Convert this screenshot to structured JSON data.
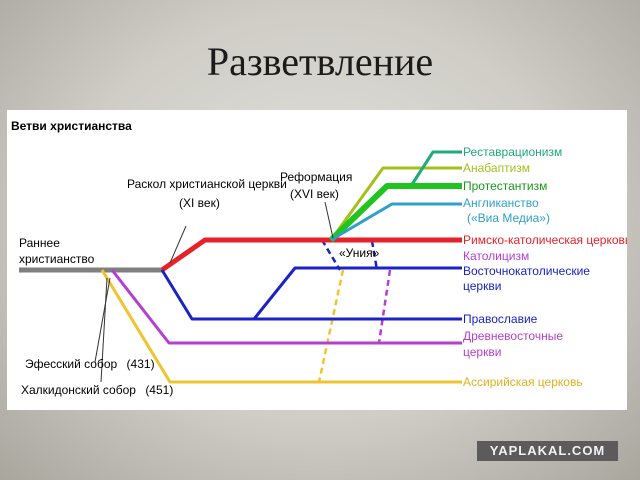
{
  "slide_title": "Разветвление",
  "diagram": {
    "heading": "Ветви христианства",
    "root": [
      "Раннее",
      "христианство"
    ],
    "schism": [
      "Раскол христианской церкви",
      "(XI век)"
    ],
    "reformation": [
      "Реформация",
      "(XVI век)"
    ],
    "union": "«Уния»",
    "ephesus": [
      "Эфесский собор",
      "(431)"
    ],
    "chalcedon": [
      "Халкидонский собор",
      "(451)"
    ],
    "branches": {
      "restorationism": "Реставрационизм",
      "anabaptism": "Анабаптизм",
      "protestantism": "Протестантизм",
      "anglicanism": "Англиканство",
      "via_media": "(«Виа Медиа»)",
      "roman_catholic": "Римско-католическая церковь",
      "catholicism": "Католицизм",
      "eastern_catholic": [
        "Восточнокатолические",
        "церкви"
      ],
      "orthodoxy": "Православие",
      "oriental_orthodox": [
        "Древневосточные",
        "церкви"
      ],
      "assyrian": "Ассирийская церковь"
    },
    "colors": {
      "root": "#7f7f7f",
      "catholic": "#e8202a",
      "orthodox": "#1a22c8",
      "oriental": "#b63ed0",
      "assyrian": "#f0c431",
      "restorationism": "#1fa97d",
      "anabaptism": "#a6bf1b",
      "protestantism": "#1fc41f",
      "anglicanism": "#2fa0c9"
    }
  },
  "watermark": "YAPLAKAL.COM"
}
